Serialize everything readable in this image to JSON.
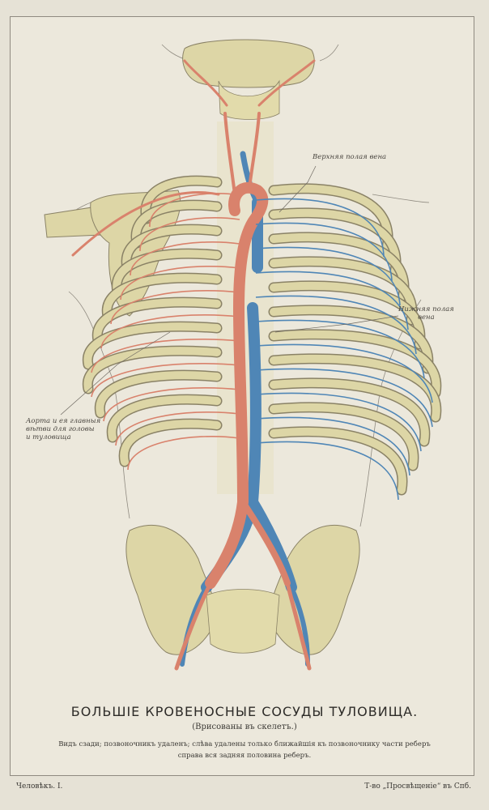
{
  "labels": {
    "superior_vena_cava": [
      "Верхняя полая вена"
    ],
    "inferior_vena_cava": [
      "Нижняя полая",
      "вена"
    ],
    "aorta": [
      "Аорта и ея главныя",
      "вѣтви для головы",
      "и туловища"
    ]
  },
  "title": "БОЛЬШІЕ КРОВЕНОСНЫЕ СОСУДЫ ТУЛОВИЩА.",
  "subtitle": "(Врисованы въ скелетъ.)",
  "caption_line1": "Видъ сзади; позвоночникъ удаленъ; слѣва удалены только ближайшія къ позвоночнику части реберъ",
  "caption_line2": "справа вся задняя половина реберъ.",
  "footer_left": "Человѣкъ. I.",
  "footer_right": "Т-во „Просвѣщеніе“ въ Спб.",
  "colors": {
    "bone": "#ddd6a6",
    "bone_outline": "#8a8266",
    "artery": "#d9826c",
    "vein": "#4f86b6",
    "paper": "#ece8dc"
  }
}
